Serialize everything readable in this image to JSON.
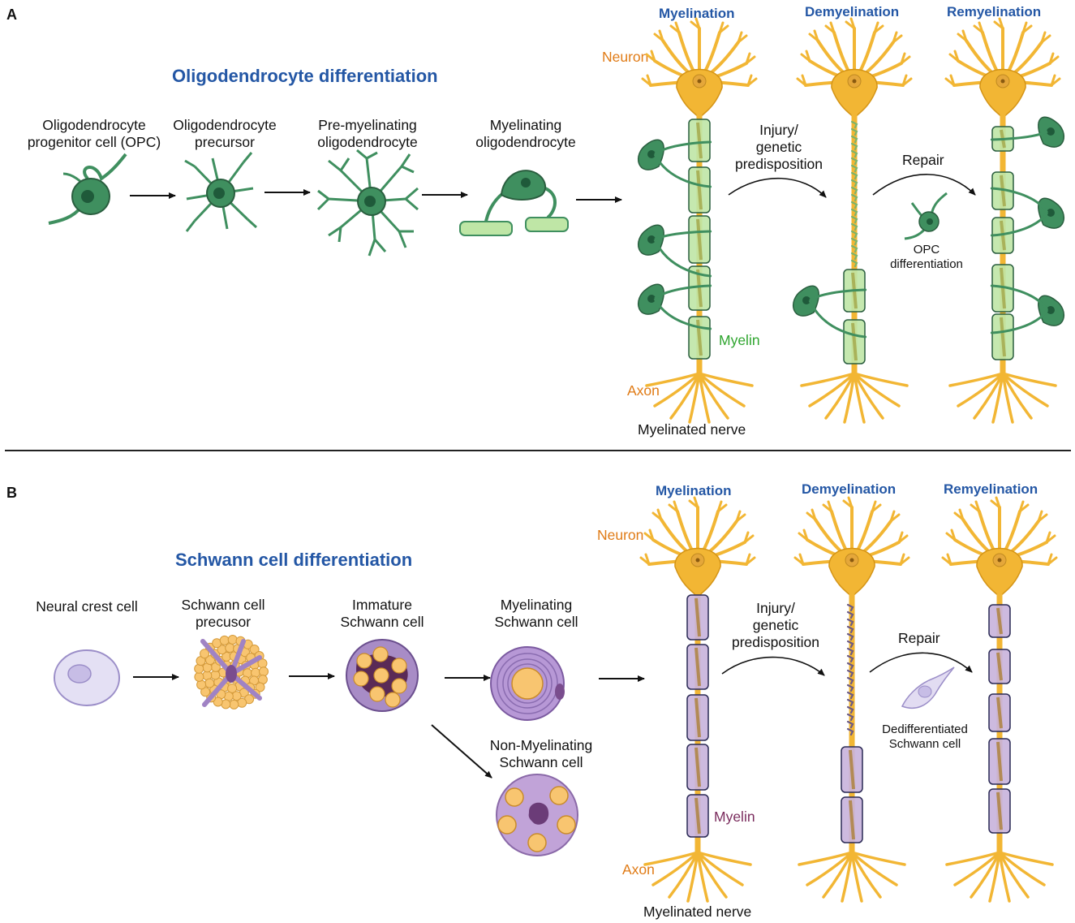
{
  "panel_a": {
    "letter": "A",
    "section_title": "Oligodendrocyte differentiation",
    "cell_stages": [
      {
        "line1": "Oligodendrocyte",
        "line2": "progenitor cell (OPC)"
      },
      {
        "line1": "Oligodendrocyte",
        "line2": "precursor"
      },
      {
        "line1": "Pre-myelinating",
        "line2": "oligodendrocyte"
      },
      {
        "line1": "Myelinating",
        "line2": "oligodendrocyte"
      }
    ],
    "states": [
      "Myelination",
      "Demyelination",
      "Remyelination"
    ],
    "neuron_label": "Neuron",
    "axon_label": "Axon",
    "myelin_label": "Myelin",
    "nerve_label": "Myelinated nerve",
    "injury": {
      "line1": "Injury/",
      "line2": "genetic",
      "line3": "predisposition"
    },
    "repair": "Repair",
    "opc": {
      "line1": "OPC",
      "line2": "differentiation"
    },
    "myelin_color": "#bfe6a6",
    "cell_color": "#2e7d55"
  },
  "panel_b": {
    "letter": "B",
    "section_title": "Schwann cell differentiation",
    "cell_stages": [
      {
        "line1": "Neural crest cell",
        "line2": ""
      },
      {
        "line1": "Schwann cell",
        "line2": "precusor"
      },
      {
        "line1": "Immature",
        "line2": "Schwann cell"
      },
      {
        "line1": "Myelinating",
        "line2": "Schwann cell"
      },
      {
        "line1": "Non-Myelinating",
        "line2": "Schwann cell"
      }
    ],
    "states": [
      "Myelination",
      "Demyelination",
      "Remyelination"
    ],
    "neuron_label": "Neuron",
    "axon_label": "Axon",
    "myelin_label": "Myelin",
    "nerve_label": "Myelinated nerve",
    "injury": {
      "line1": "Injury/",
      "line2": "genetic",
      "line3": "predisposition"
    },
    "repair": "Repair",
    "dediff": {
      "line1": "Dedifferentiated",
      "line2": "Schwann cell"
    },
    "myelin_color": "#c8b3dc",
    "cell_color": "#9a72b8"
  },
  "colors": {
    "title_blue": "#2457a5",
    "neuron": "#f2b634",
    "label_orange": "#e07b16",
    "myelin_green_text": "#2fa52f",
    "myelin_purple_text": "#7b2d5e"
  }
}
